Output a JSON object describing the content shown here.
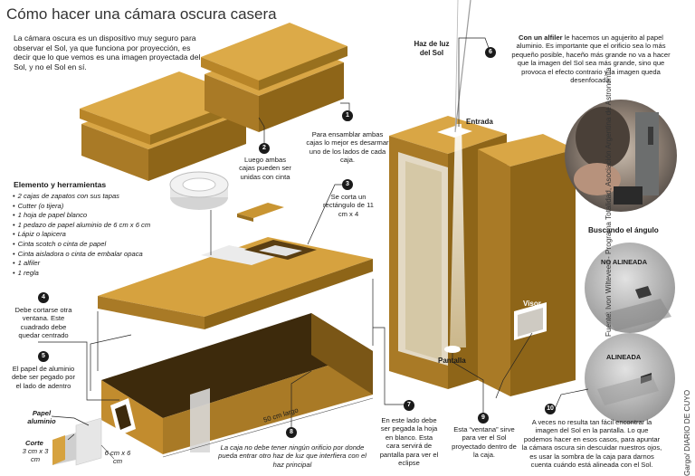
{
  "title": "Cómo hacer una cámara oscura casera",
  "intro": "La cámara oscura es un dispositivo muy seguro para observar el Sol, ya que funciona por proyección, es decir que lo que vemos es una imagen proyectada del Sol, y no el Sol en sí.",
  "materials": {
    "heading": "Elemento y herramientas",
    "items": [
      "2 cajas de zapatos con sus tapas",
      "Cutter (o tijera)",
      "1 hoja de papel blanco",
      "1 pedazo de papel aluminio de 6 cm x 6 cm",
      "Lápiz o lapicera",
      "Cinta scotch o cinta de papel",
      "Cinta aisladora o cinta de embalar opaca",
      "1 alfiler",
      "1 regla"
    ]
  },
  "steps": {
    "s1": {
      "num": "1",
      "text": "Para ensamblar ambas cajas lo mejor es desarmar uno de los lados de cada caja."
    },
    "s2": {
      "num": "2",
      "text": "Luego ambas cajas pueden ser unidas con cinta"
    },
    "s3": {
      "num": "3",
      "text": "Se corta un rectángulo de 11 cm x 4"
    },
    "s4": {
      "num": "4",
      "text": "Debe cortarse otra ventana. Este cuadrado debe quedar centrado"
    },
    "s5": {
      "num": "5",
      "text": "El papel de aluminio debe ser pegado por el lado de adentro"
    },
    "s6": {
      "num": "6",
      "bold": "Con un alfiler",
      "text": " le hacemos un agujerito al papel aluminio. Es importante que el orificio sea lo más pequeño posible, haceño más grande no va a hacer que la imagen del Sol sea más grande, sino que provoca el efecto contrario y la imagen queda desenfocada."
    },
    "s7": {
      "num": "7",
      "text": "En este lado debe ser pegada la hoja en blanco. Esta cara servirá de pantalla para ver el eclipse"
    },
    "s8": {
      "num": "8",
      "text": "La caja no debe tener ningún orificio por donde pueda entrar otro haz de luz que interfiera con el haz principal"
    },
    "s9": {
      "num": "9",
      "text": "Esta “ventana” sirve para ver el Sol proyectado dentro de la caja."
    },
    "s10": {
      "num": "10",
      "text": "A veces no resulta tan fácil encontrar la imagen del Sol en la pantalla. Lo que podemos hacer en esos casos, para apuntar la cámara oscura sin descuidar nuestros ojos, es usar la sombra de la caja para darnos cuenta cuándo está alineada con el Sol."
    }
  },
  "labels": {
    "sun_beam": "Haz de luz del Sol",
    "entrada": "Entrada",
    "pantalla": "Pantalla",
    "visor": "Visor",
    "papel": "Papel aluminio",
    "corte": "Corte",
    "corte_dim": "3 cm x 3 cm",
    "cm6": "6 cm x 6 cm",
    "largo": "50 cm largo",
    "angle": "Buscando el ángulo",
    "no_align": "NO ALINEADA",
    "align": "ALINEADA"
  },
  "credits": {
    "source": "Fuente: Ivon Wilteveen - Programa Totalidad, Asociación Argentina de Astronomía",
    "artist": "Gargo/ DIARIO DE CUYO"
  },
  "colors": {
    "box_top": "#d6a23f",
    "box_front": "#a97a26",
    "box_side": "#8e6518",
    "cut_dark": "#3d2a0c",
    "tape": "#ececec"
  }
}
